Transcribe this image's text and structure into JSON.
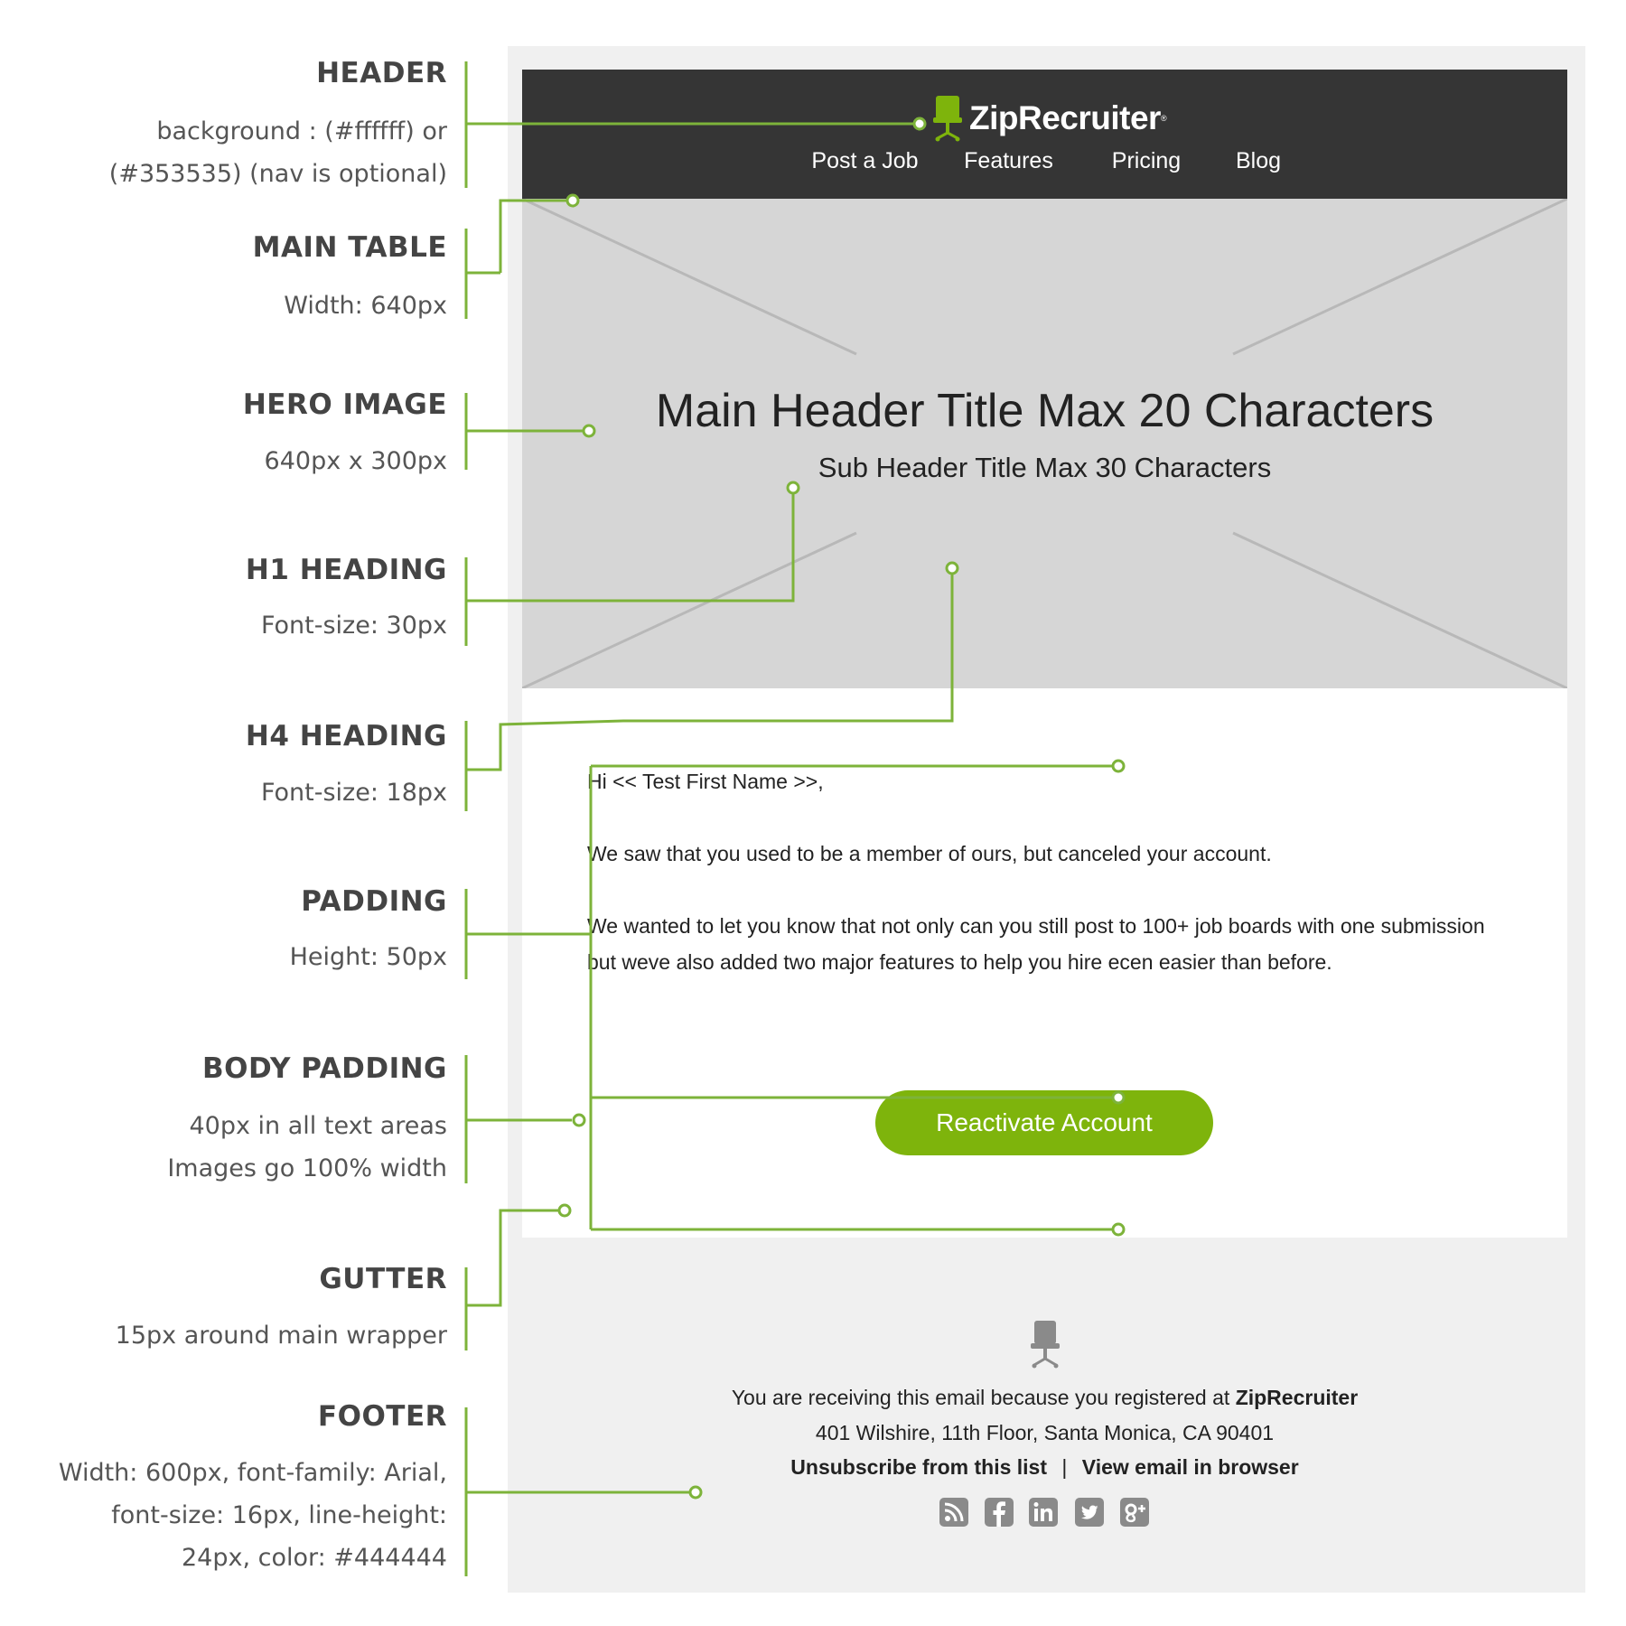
{
  "annotations": [
    {
      "title": "HEADER",
      "lines": [
        "background : (#ffffff) or",
        "(#353535)  (nav is optional)"
      ]
    },
    {
      "title": "MAIN TABLE",
      "lines": [
        "Width: 640px"
      ]
    },
    {
      "title": "HERO IMAGE",
      "lines": [
        "640px x 300px"
      ]
    },
    {
      "title": "H1 HEADING",
      "lines": [
        "Font-size: 30px"
      ]
    },
    {
      "title": "H4 HEADING",
      "lines": [
        "Font-size: 18px"
      ]
    },
    {
      "title": "PADDING",
      "lines": [
        "Height: 50px"
      ]
    },
    {
      "title": "BODY PADDING",
      "lines": [
        "40px in all text areas",
        "Images go 100% width"
      ]
    },
    {
      "title": "GUTTER",
      "lines": [
        "15px around main wrapper"
      ]
    },
    {
      "title": "FOOTER",
      "lines": [
        "Width: 600px,  font-family: Arial,",
        "font-size: 16px, line-height:",
        "24px, color: #444444"
      ]
    }
  ],
  "email": {
    "header": {
      "logo_text": "ZipRecruiter",
      "logo_mark": "®",
      "nav": [
        "Post a Job",
        "Features",
        "Pricing",
        "Blog"
      ]
    },
    "hero": {
      "title": "Main Header Title Max 20 Characters",
      "subtitle": "Sub Header Title Max 30 Characters"
    },
    "body": {
      "greeting": "Hi << Test First Name >>,",
      "p1": "We saw that you used to be a member of ours, but canceled your account.",
      "p2": "We wanted to let you know that not only can you still post to 100+ job boards with one submission but weve also added two major features to help you hire ecen easier than before."
    },
    "cta_label": "Reactivate Account",
    "footer": {
      "line1_prefix": "You are receiving this email because you registered at ",
      "line1_brand": "ZipRecruiter",
      "address": "401 Wilshire, 11th Floor, Santa Monica, CA 90401",
      "unsubscribe": "Unsubscribe from this list",
      "separator": "|",
      "view_in_browser": "View email in browser",
      "social_icons": [
        "rss-icon",
        "facebook-icon",
        "linkedin-icon",
        "twitter-icon",
        "google-plus-icon"
      ]
    }
  },
  "colors": {
    "accent_green": "#7eb40c",
    "guide_green": "#7db33a",
    "header_dark": "#353535",
    "hero_gray": "#d6d6d6",
    "canvas_gray": "#f0f0f0",
    "icon_gray": "#8a8a8a"
  }
}
